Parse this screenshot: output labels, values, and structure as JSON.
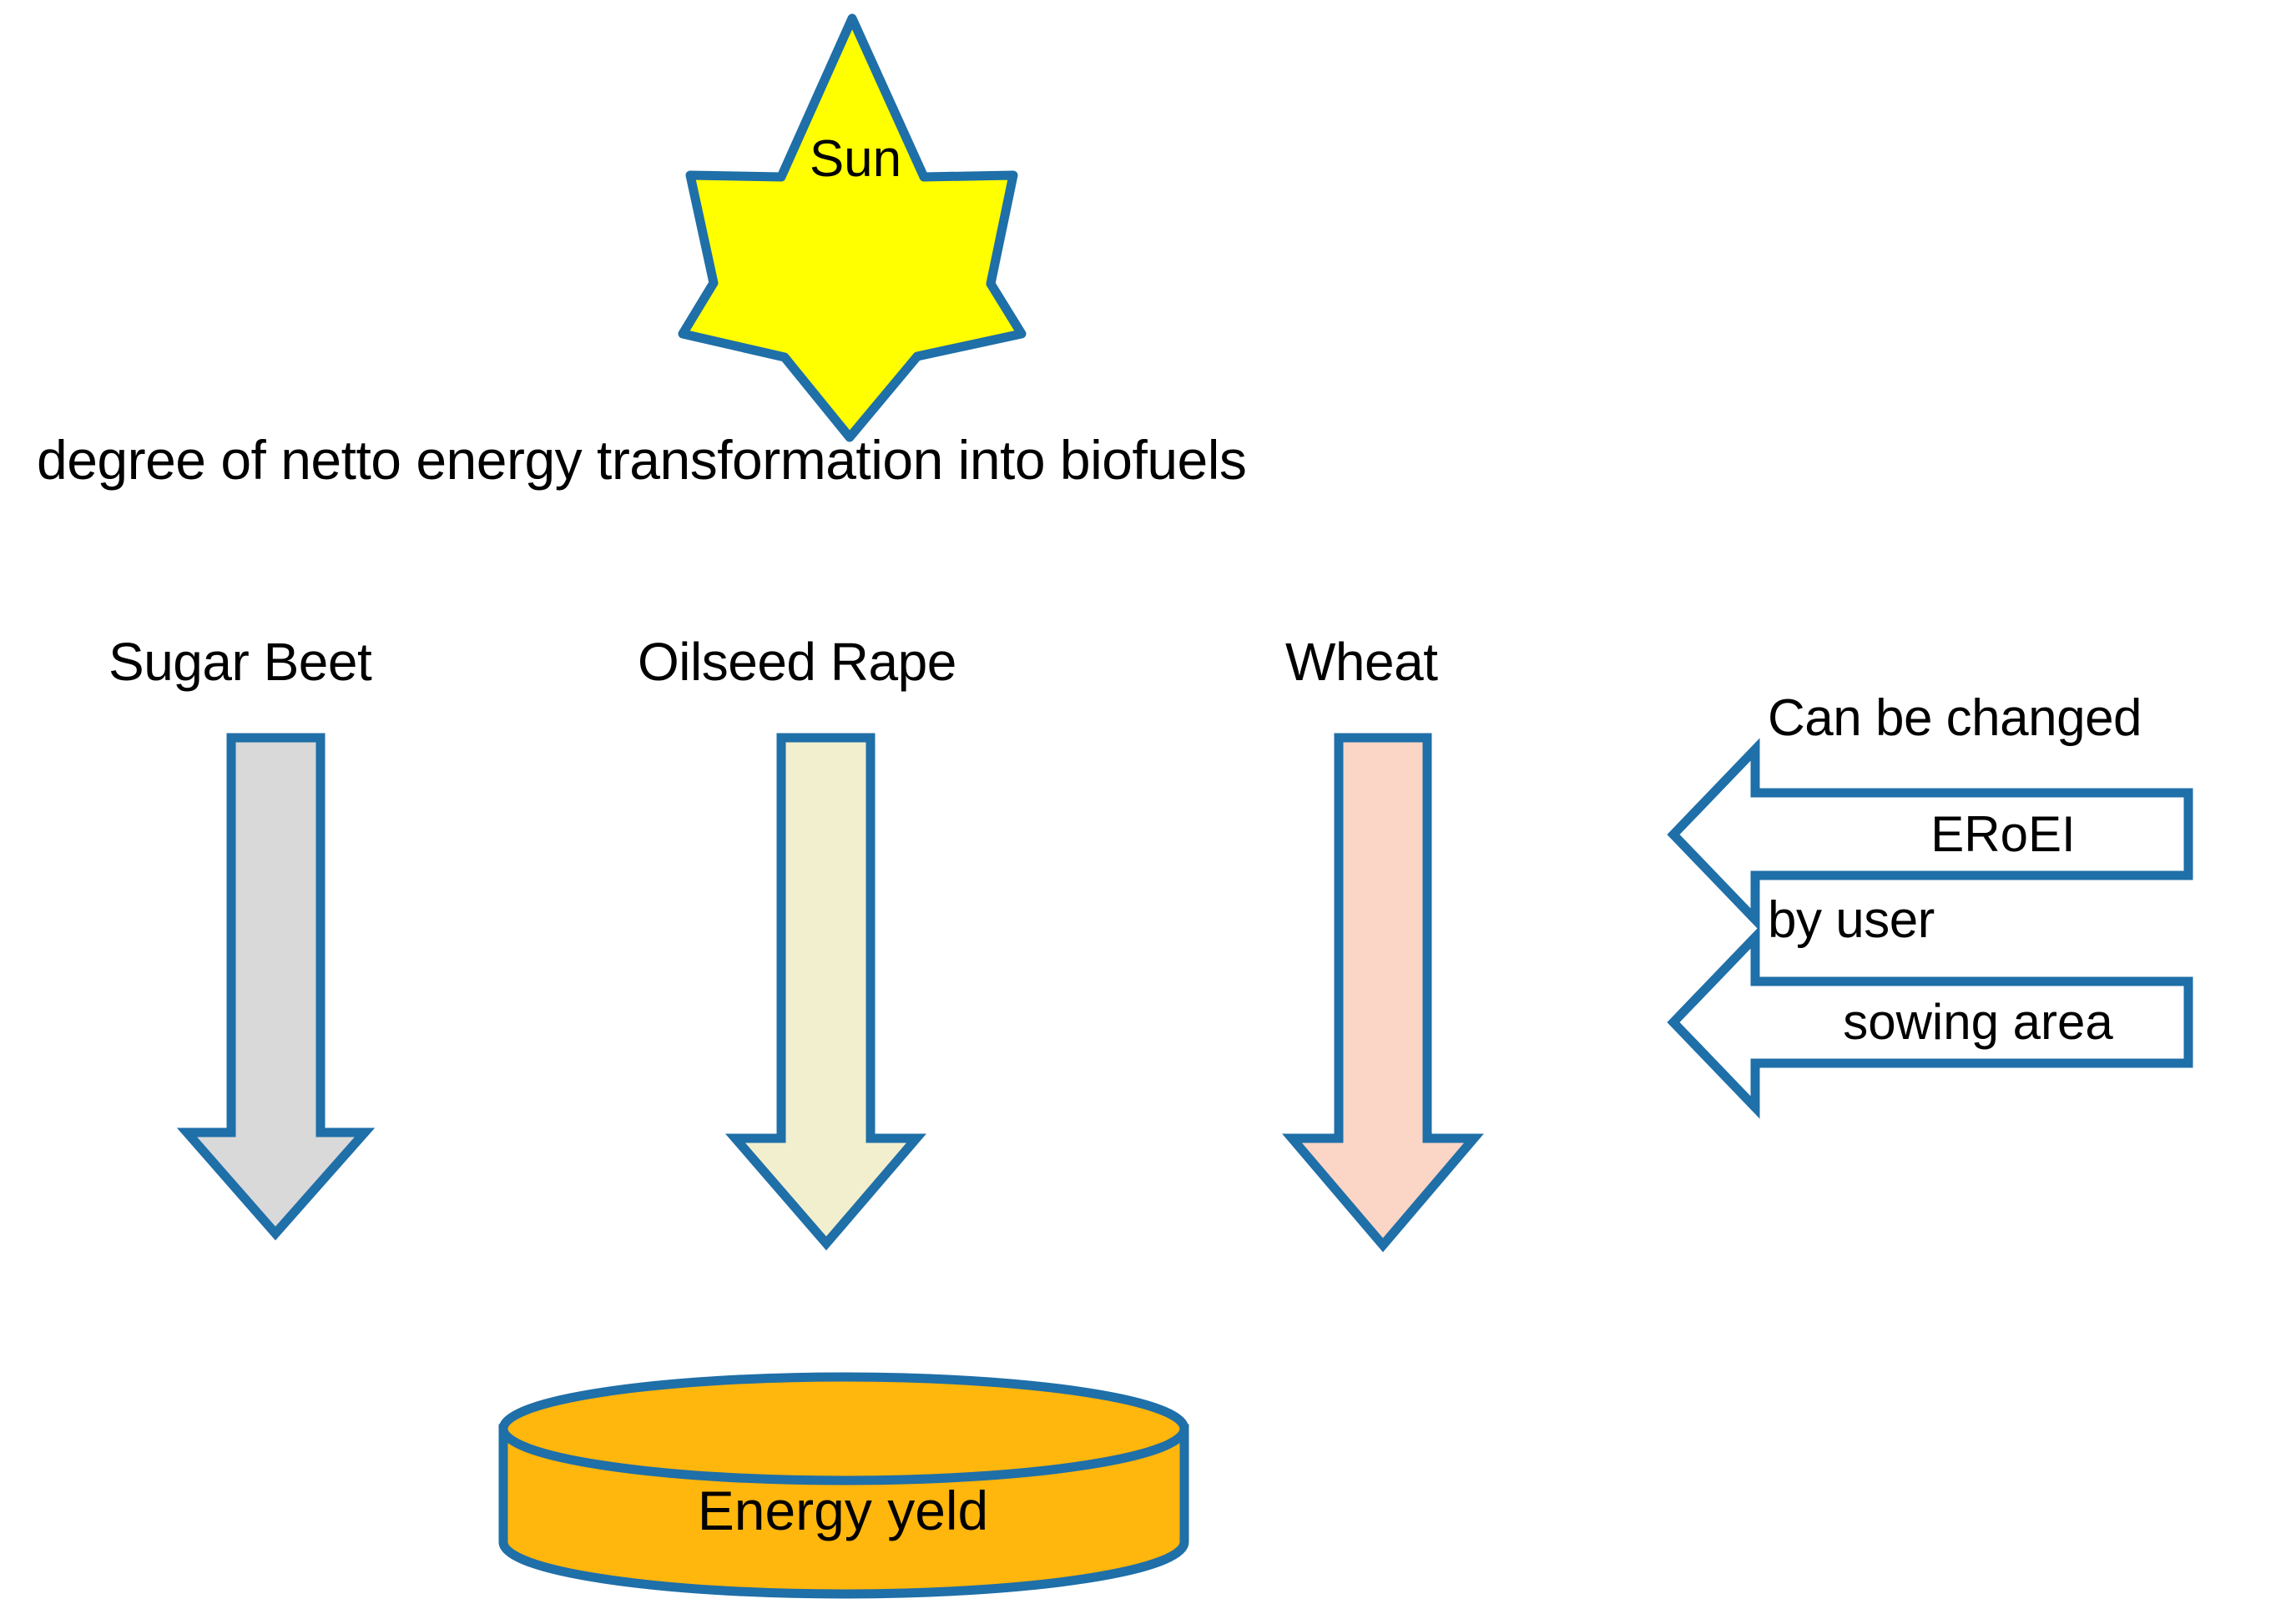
{
  "diagram": {
    "title_text": "degree of netto energy transformation into biofuels",
    "colors": {
      "outline_blue": "#1F6FA8",
      "sun_fill": "#FFFF00",
      "sugar_beet_fill": "#D9D9D9",
      "oilseed_rape_fill": "#F2EFCE",
      "wheat_fill": "#FBD5C5",
      "energy_yeld_fill": "#FFB60D",
      "input_arrow_fill": "#FFFFFF",
      "text_color": "#000000",
      "background": "#FFFFFF"
    },
    "sun": {
      "label": "Sun",
      "shape": "seven-point-star"
    },
    "crops": [
      {
        "label": "Sugar Beet",
        "arrow_fill": "#D9D9D9",
        "arrow_direction": "down"
      },
      {
        "label": "Oilseed Rape",
        "arrow_fill": "#F2EFCE",
        "arrow_direction": "down"
      },
      {
        "label": "Wheat",
        "arrow_fill": "#FBD5C5",
        "arrow_direction": "down"
      }
    ],
    "user_inputs": {
      "note_line1": "Can be changed",
      "note_line2": "by user",
      "arrows": [
        {
          "label": "ERoEI",
          "arrow_direction": "left",
          "fill": "#FFFFFF"
        },
        {
          "label": "sowing area",
          "arrow_direction": "left",
          "fill": "#FFFFFF"
        }
      ]
    },
    "output": {
      "label": "Energy yeld",
      "shape": "cylinder",
      "fill": "#FFB60D"
    }
  }
}
